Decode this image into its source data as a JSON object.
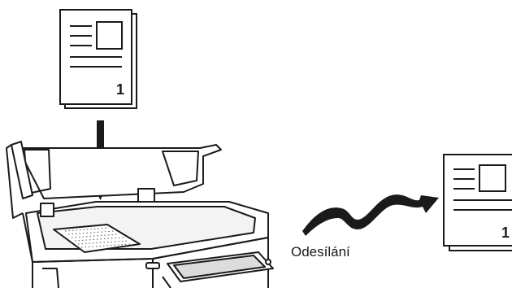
{
  "source_document": {
    "page_number": "1"
  },
  "transmission": {
    "label": "Odesílání"
  },
  "received_document": {
    "page_number": "1"
  }
}
